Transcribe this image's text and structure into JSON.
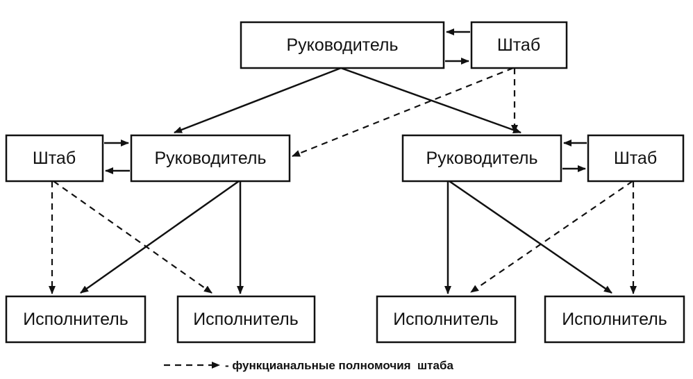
{
  "nodes": {
    "top_head": "Руководитель",
    "top_staff": "Штаб",
    "left_staff": "Штаб",
    "left_head": "Руководитель",
    "right_head": "Руководитель",
    "right_staff": "Штаб",
    "exec_1": "Исполнитель",
    "exec_2": "Исполнитель",
    "exec_3": "Исполнитель",
    "exec_4": "Исполнитель"
  },
  "legend": {
    "text": "- функцианальные полномочия  штаба"
  }
}
